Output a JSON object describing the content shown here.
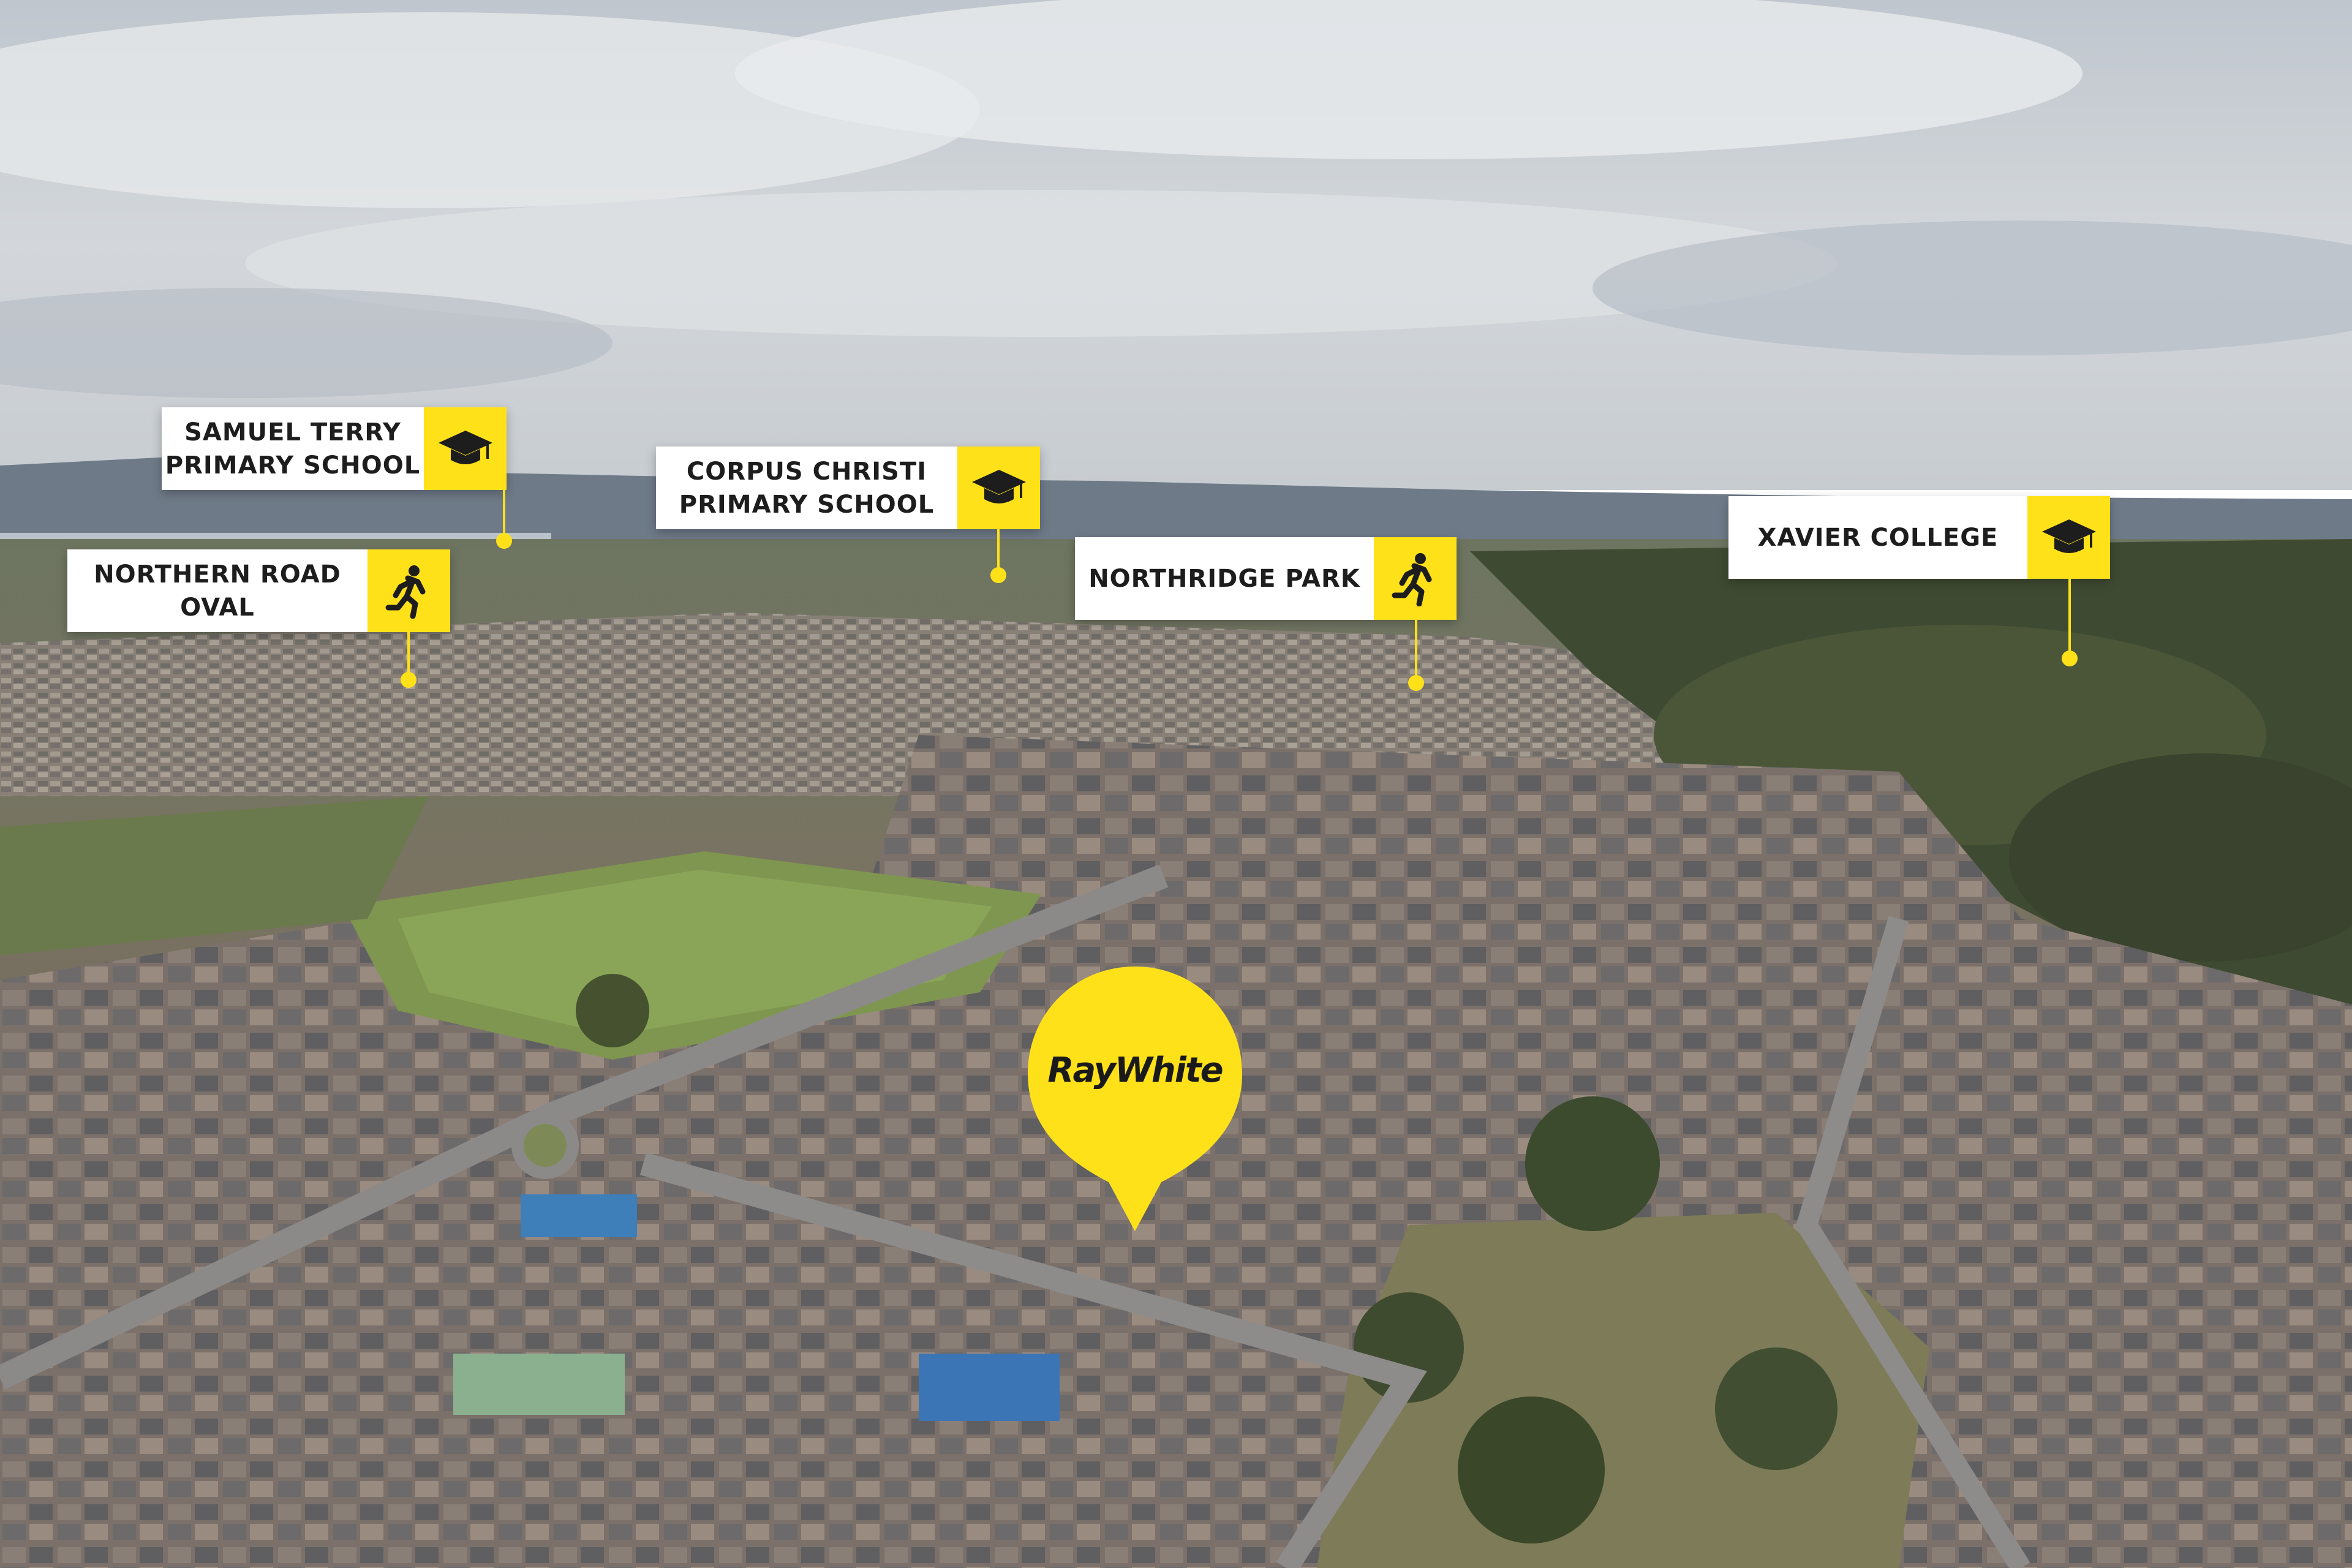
{
  "image": {
    "description_colors": {
      "sky": "#c9ced3",
      "accent_yellow": "#ffe11a",
      "label_bg": "#ffffff",
      "label_text": "#1d1d1d"
    }
  },
  "callouts": [
    {
      "id": "samuel-terry",
      "label_line1": "SAMUEL TERRY",
      "label_line2": "PRIMARY SCHOOL",
      "icon": "graduation-cap-icon"
    },
    {
      "id": "corpus-christi",
      "label_line1": "CORPUS CHRISTI",
      "label_line2": "PRIMARY SCHOOL",
      "icon": "graduation-cap-icon"
    },
    {
      "id": "northern-road",
      "label_line1": "NORTHERN ROAD",
      "label_line2": "OVAL",
      "icon": "running-person-icon"
    },
    {
      "id": "northridge",
      "label_line1": "NORTHRIDGE PARK",
      "label_line2": "",
      "icon": "running-person-icon"
    },
    {
      "id": "xavier",
      "label_line1": "XAVIER COLLEGE",
      "label_line2": "",
      "icon": "graduation-cap-icon"
    }
  ],
  "brand": {
    "logo_text": "RayWhite",
    "color": "#ffe11a"
  }
}
